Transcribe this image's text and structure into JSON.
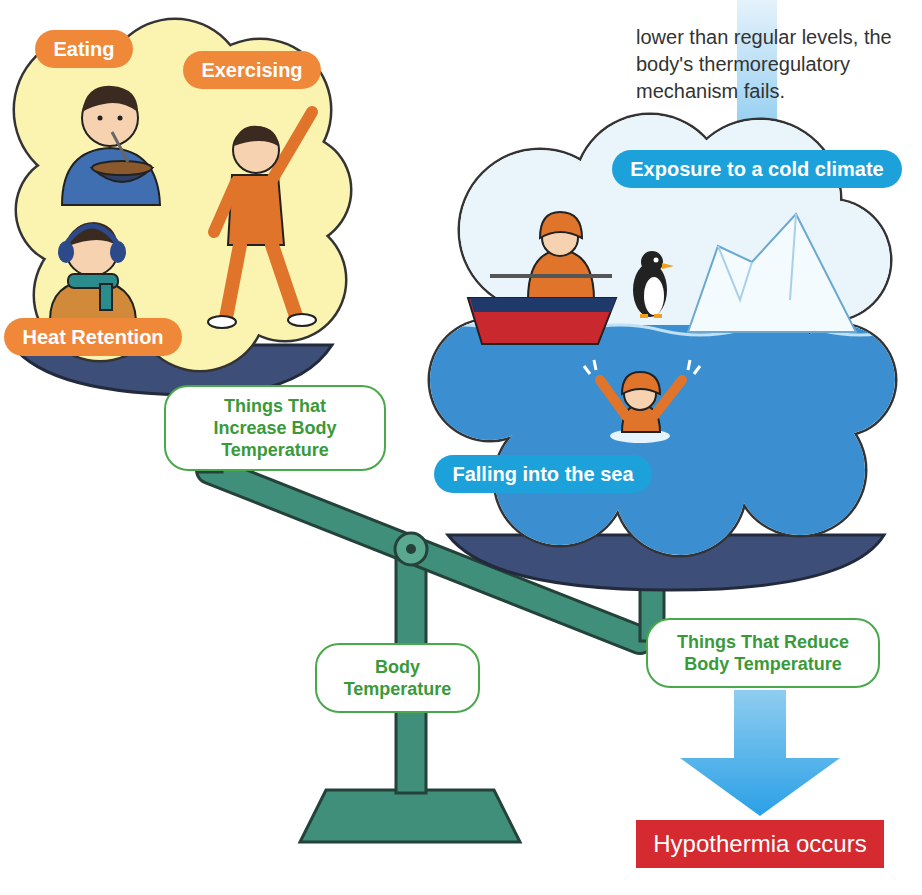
{
  "diagram": {
    "nodes": [
      {
        "text": [
          "Eating"
        ]
      },
      {
        "text": [
          "Exercising"
        ]
      },
      {
        "text": [
          "Heat Retention"
        ]
      },
      {
        "text": [
          "Things That Increase Body Temperature"
        ]
      },
      {
        "text": [
          "Exposure to a cold climate"
        ]
      },
      {
        "text": [
          "Falling into the sea"
        ]
      },
      {
        "text": [
          "Things That Reduce Body Temperature"
        ]
      },
      {
        "text": [
          "Body Temperature"
        ]
      },
      {
        "text": [
          "Hypothermia occurs"
        ]
      }
    ],
    "edges": [
      {
        "from": 6,
        "to": 8,
        "arrow": "to"
      }
    ],
    "labels": [
      "lower than regular levels, the body's thermoregulatory mechanism fails."
    ]
  }
}
